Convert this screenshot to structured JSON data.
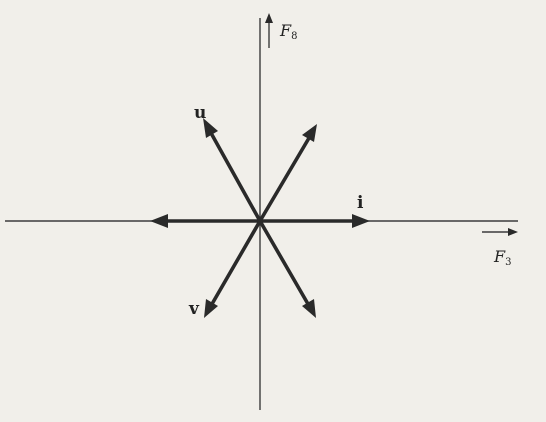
{
  "diagram": {
    "axis_labels": {
      "vertical": "F",
      "vertical_sub": "8",
      "horizontal": "F",
      "horizontal_sub": "3"
    },
    "vector_labels": {
      "u": "u",
      "i": "i",
      "v": "v"
    },
    "colors": {
      "background": "#f1efea",
      "ink": "#2a2a2a"
    }
  }
}
